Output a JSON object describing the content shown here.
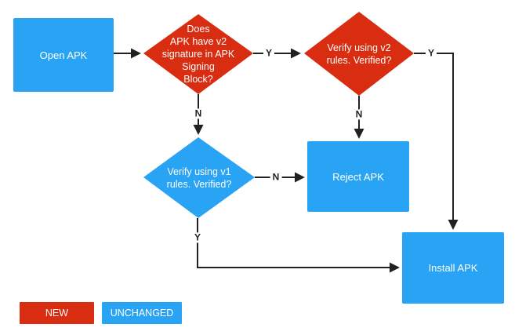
{
  "colors": {
    "new": "#D82D11",
    "unchanged": "#29A4F4",
    "line": "#212121",
    "node_text": "#FFFFFF"
  },
  "nodes": {
    "open_apk": {
      "label": "Open APK"
    },
    "v2_check": {
      "lines": [
        "Does",
        "APK have v2",
        "signature in APK",
        "Signing",
        "Block?"
      ]
    },
    "v2_verify": {
      "lines": [
        "Verify using v2",
        "rules. Verified?"
      ]
    },
    "v1_verify": {
      "lines": [
        "Verify using v1",
        "rules. Verified?"
      ]
    },
    "reject_apk": {
      "label": "Reject APK"
    },
    "install_apk": {
      "label": "Install APK"
    }
  },
  "edge_labels": {
    "v2check_yes": "Y",
    "v2check_no": "N",
    "v2verify_yes": "Y",
    "v2verify_no": "N",
    "v1verify_yes": "Y",
    "v1verify_no": "N"
  },
  "legend": {
    "new": "NEW",
    "unchanged": "UNCHANGED"
  }
}
